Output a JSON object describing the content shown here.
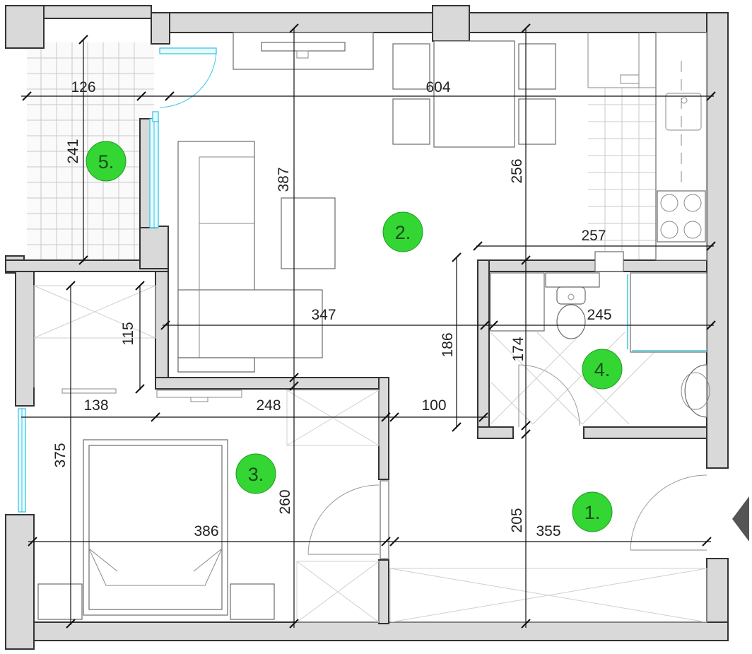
{
  "plan": {
    "rooms": [
      {
        "id": "room-1",
        "label": "1."
      },
      {
        "id": "room-2",
        "label": "2."
      },
      {
        "id": "room-3",
        "label": "3."
      },
      {
        "id": "room-4",
        "label": "4."
      },
      {
        "id": "room-5",
        "label": "5."
      }
    ],
    "dimensions": {
      "d126": "126",
      "d604": "604",
      "d241": "241",
      "d387": "387",
      "d256": "256",
      "d257": "257",
      "d347": "347",
      "d245": "245",
      "d115": "115",
      "d186": "186",
      "d174": "174",
      "d138": "138",
      "d248": "248",
      "d100": "100",
      "d375": "375",
      "d260": "260",
      "d386": "386",
      "d205": "205",
      "d355": "355"
    },
    "colors": {
      "wall": "#d9d9d9",
      "room_marker": "#33d633",
      "window_glass": "#38c7e6"
    },
    "entrance_icon": "entrance-arrow-icon"
  }
}
